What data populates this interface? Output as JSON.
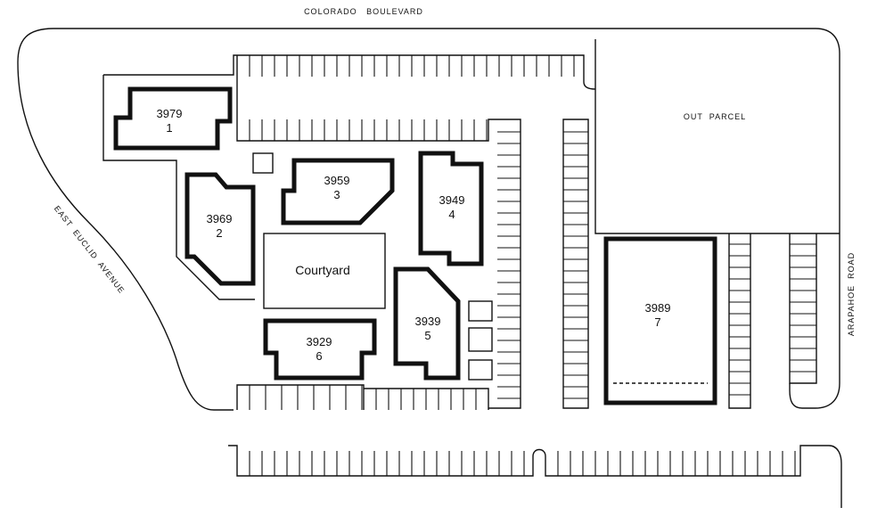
{
  "roads": {
    "north": "COLORADO   BOULEVARD",
    "west": "EAST  EUCLID  AVENUE",
    "east": "ARAPAHOE  ROAD"
  },
  "out_parcel": "OUT  PARCEL",
  "courtyard": "Courtyard",
  "buildings": [
    {
      "address": "3979",
      "number": "1"
    },
    {
      "address": "3969",
      "number": "2"
    },
    {
      "address": "3959",
      "number": "3"
    },
    {
      "address": "3949",
      "number": "4"
    },
    {
      "address": "3939",
      "number": "5"
    },
    {
      "address": "3929",
      "number": "6"
    },
    {
      "address": "3989",
      "number": "7"
    }
  ]
}
